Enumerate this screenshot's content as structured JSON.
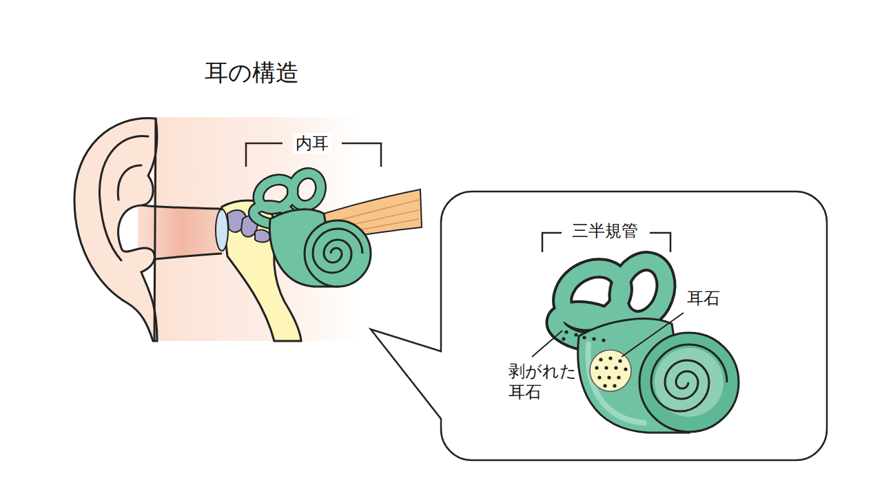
{
  "diagram": {
    "title": "耳の構造",
    "nodes": [
      {
        "text": [
          "三半規管",
          "耳石",
          "剥がれた 耳石"
        ]
      }
    ],
    "labels": [
      "内耳"
    ]
  }
}
